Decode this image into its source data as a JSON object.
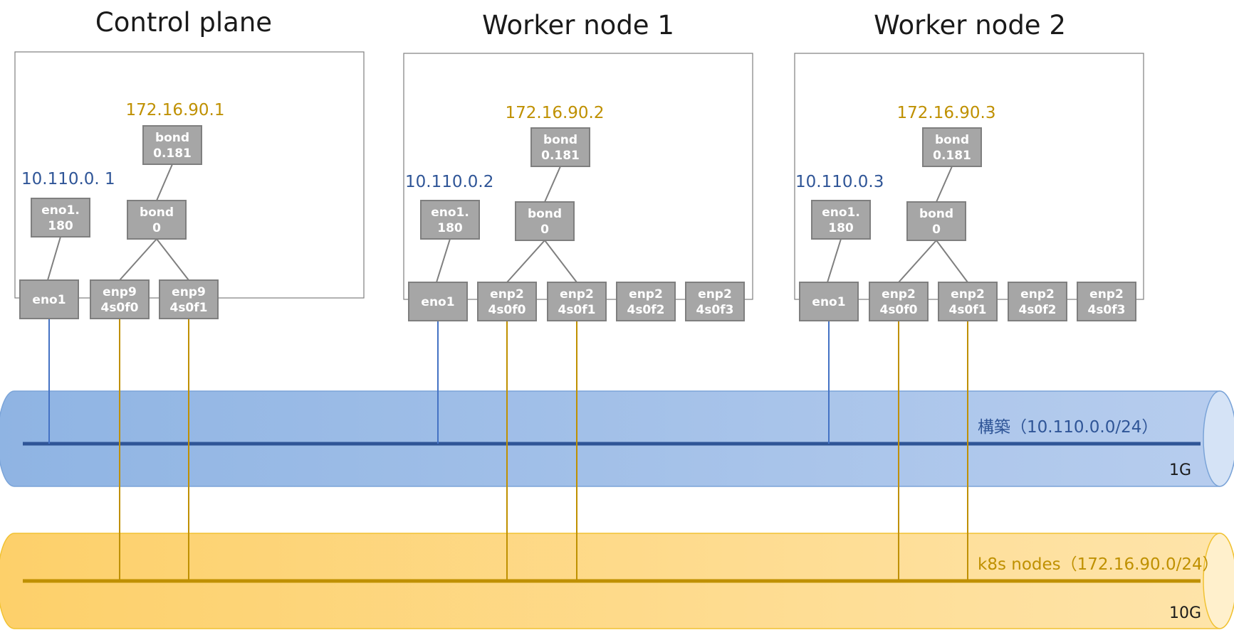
{
  "nodes": [
    {
      "title": "Control plane",
      "bond_ip": "172.16.90.1",
      "mgmt_ip": "10.110.0. 1",
      "bond_vlan": [
        "bond",
        "0.181"
      ],
      "bond": [
        "bond",
        "0"
      ],
      "vlan": [
        "eno1.",
        "180"
      ],
      "eno": "eno1",
      "ports": [
        [
          "enp9",
          "4s0f0"
        ],
        [
          "enp9",
          "4s0f1"
        ]
      ]
    },
    {
      "title": "Worker node 1",
      "bond_ip": "172.16.90.2",
      "mgmt_ip": "10.110.0.2",
      "bond_vlan": [
        "bond",
        "0.181"
      ],
      "bond": [
        "bond",
        "0"
      ],
      "vlan": [
        "eno1.",
        "180"
      ],
      "eno": "eno1",
      "ports": [
        [
          "enp2",
          "4s0f0"
        ],
        [
          "enp2",
          "4s0f1"
        ],
        [
          "enp2",
          "4s0f2"
        ],
        [
          "enp2",
          "4s0f3"
        ]
      ]
    },
    {
      "title": "Worker node 2",
      "bond_ip": "172.16.90.3",
      "mgmt_ip": "10.110.0.3",
      "bond_vlan": [
        "bond",
        "0.181"
      ],
      "bond": [
        "bond",
        "0"
      ],
      "vlan": [
        "eno1.",
        "180"
      ],
      "eno": "eno1",
      "ports": [
        [
          "enp2",
          "4s0f0"
        ],
        [
          "enp2",
          "4s0f1"
        ],
        [
          "enp2",
          "4s0f2"
        ],
        [
          "enp2",
          "4s0f3"
        ]
      ]
    }
  ],
  "networks": {
    "mgmt": {
      "label": "構築（10.110.0.0/24）",
      "speed": "1G"
    },
    "k8s": {
      "label": "k8s nodes（172.16.90.0/24）",
      "speed": "10G"
    }
  },
  "colors": {
    "box_fill": "#a6a6a6",
    "box_stroke": "#7f7f7f",
    "mgmt_line": "#4472c4",
    "mgmt_bus": "#2f5597",
    "k8s_line": "#bf9000",
    "k8s_bus": "#bf9000",
    "frame": "#7f7f7f"
  }
}
